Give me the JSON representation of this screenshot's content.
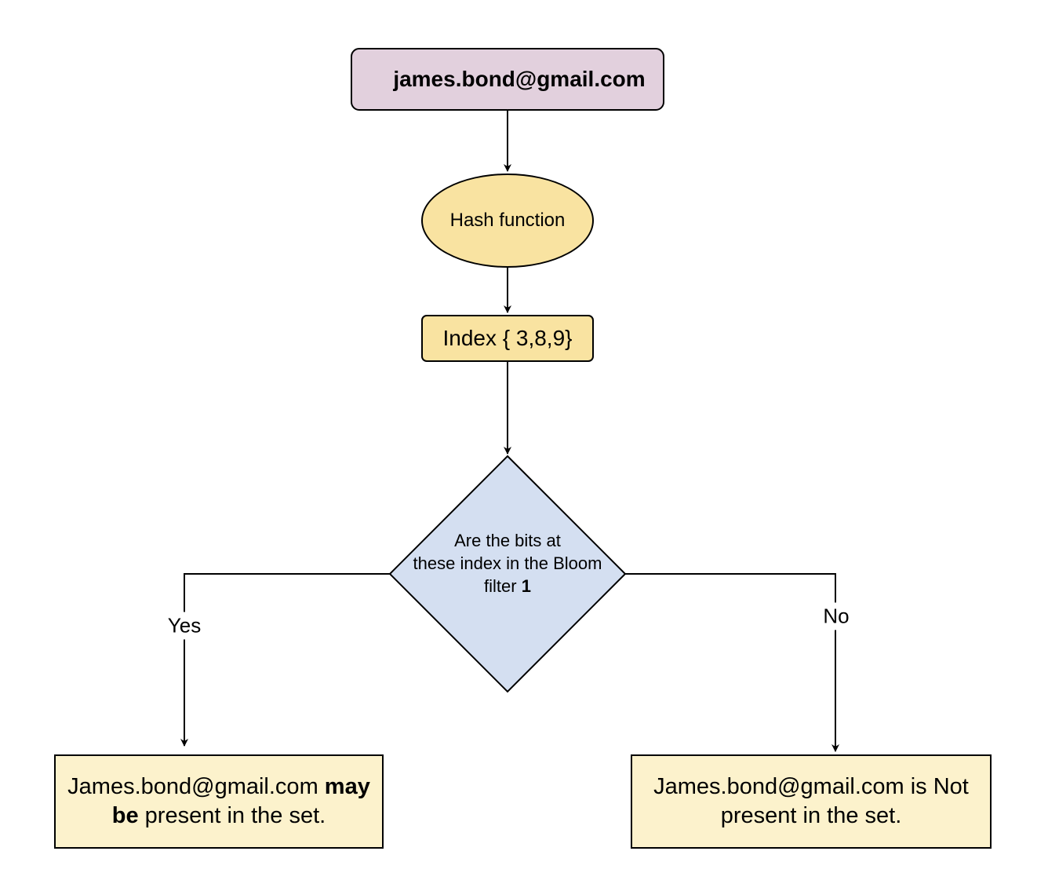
{
  "nodes": {
    "email": "james.bond@gmail.com",
    "hash_function": "Hash function",
    "index": "Index { 3,8,9}",
    "decision": {
      "line1": "Are the bits at",
      "line2": "these index in the Bloom",
      "line3_prefix": "filter ",
      "line3_bold": "1"
    },
    "result_yes": {
      "prefix": "James.bond@gmail.com ",
      "bold": "may be",
      "suffix": " present in the set."
    },
    "result_no": "James.bond@gmail.com is Not present in the set."
  },
  "edge_labels": {
    "yes": "Yes",
    "no": "No"
  },
  "colors": {
    "email_fill": "#e2d0dd",
    "hash_fill": "#f9e3a1",
    "index_fill": "#f9e3a1",
    "decision_fill": "#d4dff1",
    "result_fill": "#fcf2cc",
    "stroke": "#000000"
  }
}
